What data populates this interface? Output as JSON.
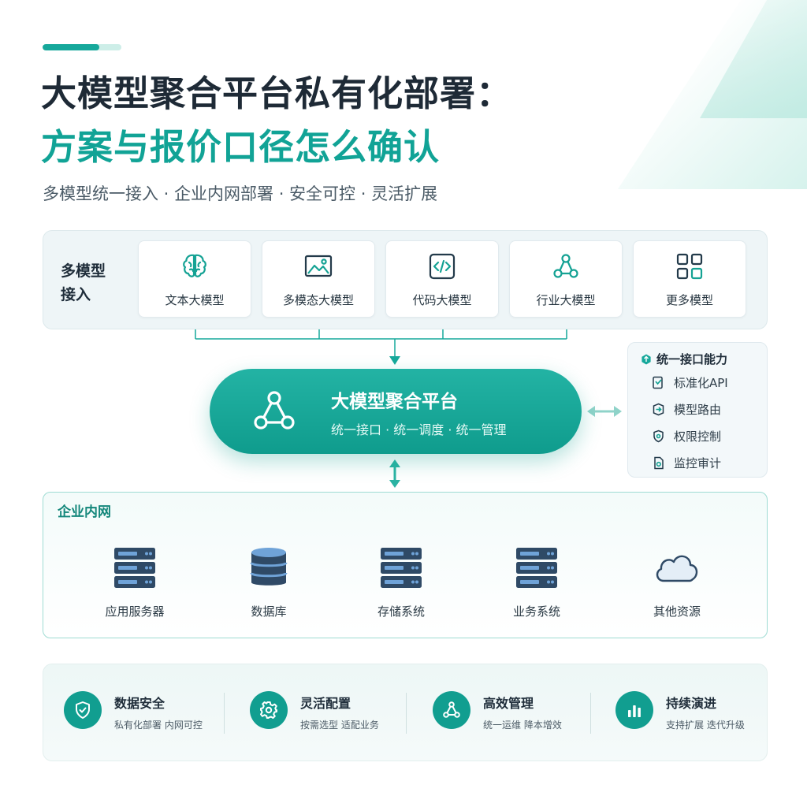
{
  "header": {
    "title_line1": "大模型聚合平台私有化部署：",
    "title_line2": "方案与报价口径怎么确认",
    "subtitle": "多模型统一接入 · 企业内网部署 · 安全可控 · 灵活扩展"
  },
  "models": {
    "label": "多模型\n接入",
    "items": [
      {
        "label": "文本大模型",
        "icon": "brain-icon"
      },
      {
        "label": "多模态大模型",
        "icon": "image-icon"
      },
      {
        "label": "代码大模型",
        "icon": "code-icon"
      },
      {
        "label": "行业大模型",
        "icon": "network-icon"
      },
      {
        "label": "更多模型",
        "icon": "grid-icon"
      }
    ]
  },
  "platform": {
    "title": "大模型聚合平台",
    "subtitle": "统一接口 · 统一调度 · 统一管理",
    "icon": "network-icon"
  },
  "capabilities": {
    "title": "统一接口能力",
    "items": [
      {
        "label": "标准化API",
        "icon": "api-doc-icon"
      },
      {
        "label": "模型路由",
        "icon": "route-icon"
      },
      {
        "label": "权限控制",
        "icon": "shield-icon"
      },
      {
        "label": "监控审计",
        "icon": "monitor-icon"
      }
    ]
  },
  "intranet": {
    "label": "企业内网",
    "resources": [
      {
        "label": "应用服务器",
        "icon": "server-icon"
      },
      {
        "label": "数据库",
        "icon": "database-icon"
      },
      {
        "label": "存储系统",
        "icon": "server-icon"
      },
      {
        "label": "业务系统",
        "icon": "server-icon"
      },
      {
        "label": "其他资源",
        "icon": "cloud-icon"
      }
    ]
  },
  "features": [
    {
      "title": "数据安全",
      "desc": "私有化部署  内网可控",
      "icon": "shield-check-icon"
    },
    {
      "title": "灵活配置",
      "desc": "按需选型  适配业务",
      "icon": "gear-icon"
    },
    {
      "title": "高效管理",
      "desc": "统一运维  降本增效",
      "icon": "network-icon"
    },
    {
      "title": "持续演进",
      "desc": "支持扩展  迭代升级",
      "icon": "bar-chart-icon"
    }
  ],
  "colors": {
    "accent": "#11a396",
    "title_dark": "#1e2a36",
    "line": "#16a89b",
    "panel_bg": "#eef5f7"
  }
}
